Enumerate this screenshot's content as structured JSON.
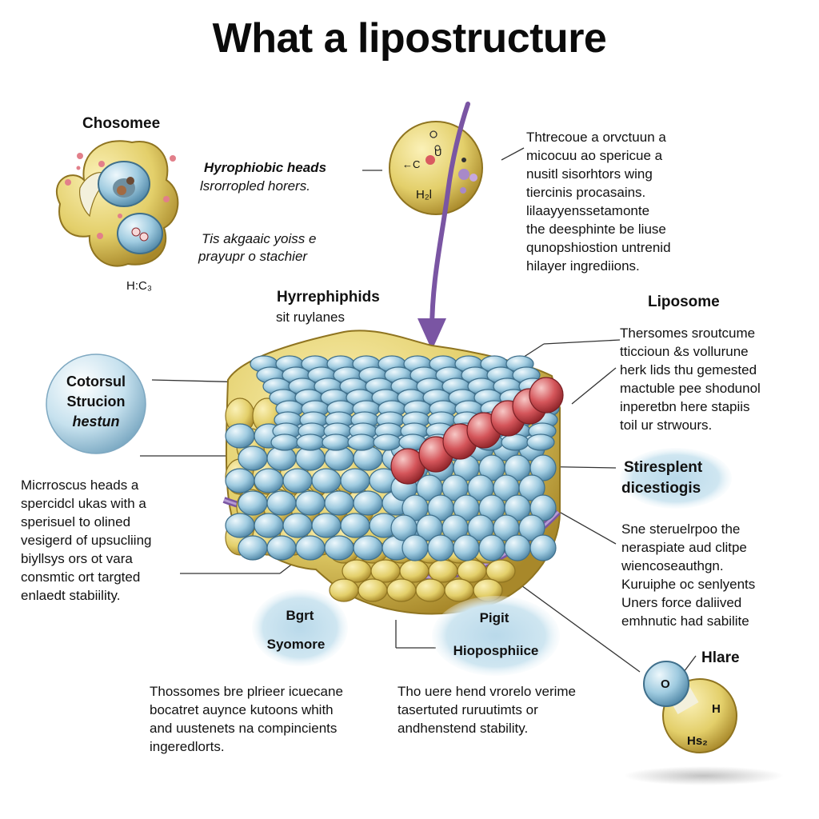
{
  "title": "What a lipostructure",
  "colors": {
    "yellow": "#e3cf6a",
    "yellow_dark": "#b89a2a",
    "blue": "#9fcbe0",
    "blue_dark": "#4c87a8",
    "red": "#cf4a4f",
    "purple": "#7a55a3"
  },
  "chosome": {
    "label": "Chosomee",
    "formula": "H:C₃"
  },
  "hydrophobic": {
    "label": "Hyrophiobic heads",
    "sub": "lsrorropled horers."
  },
  "algaic": {
    "line1": "Tis akgaaic yoiss e",
    "line2": "prayupr o stachier"
  },
  "top_circle": {
    "label1": "←C",
    "label2": "U",
    "formula": "H₂l"
  },
  "top_right_text": [
    "Thtrecoue a orvctuun a",
    "micocuu ao spericue a",
    "nusitl sisorhtors wing",
    "tiercinis procasains.",
    "lilaayyenssetamonte",
    "the deesphinte be liuse",
    "qunopshiostion untrenid",
    "hilayer ingrediions."
  ],
  "hyrrephiphids": {
    "label": "Hyrrephiphids",
    "sub": "sit ruylanes"
  },
  "liposome": {
    "label": "Liposome",
    "text": [
      "Thersomes sroutcume",
      "tticcioun &s vollurune",
      "herk lids thu gemested",
      "mactuble pee shodunol",
      "inperetbn here stapiis",
      "toil ur strwours."
    ]
  },
  "colorsul": {
    "line1": "Cotorsul",
    "line2": "Strucion",
    "line3": "hestun"
  },
  "stiresplent": {
    "line1": "Stiresplent",
    "line2": "dicestiogis"
  },
  "microscus_text": [
    "Micrroscus heads a",
    "spercidcl ukas with a",
    "sperisuel to olined",
    "vesigerd of upsucliing",
    "biyllsys ors ot vara",
    "consmtic ort targted",
    "enlaedt stabiility."
  ],
  "right_mid_text": [
    "Sne steruelrpoo the",
    "neraspiate aud clitpe",
    "wiencoseauthgn.",
    "Kuruiphe oc senlyents",
    "Uners force daliived",
    "emhnutic had sabilite"
  ],
  "bgrt": {
    "line1": "Bgrt",
    "line2": "Syomore"
  },
  "pigit": {
    "line1": "Pigit",
    "line2": "Hioposphiice"
  },
  "bottom_left_text": [
    "Thossomes bre plrieer icuecane",
    "bocatret auynce kutoons whith",
    "and uustenets na compincients",
    "ingeredlorts."
  ],
  "bottom_mid_text": [
    "Tho uere hend vrorelo verime",
    "tasertuted ruruutimts or",
    "andhenstend stability."
  ],
  "hlare": {
    "label": "Hlare",
    "atom_top": "O",
    "atom_h": "H",
    "atom_bottom": "Hs₂"
  }
}
